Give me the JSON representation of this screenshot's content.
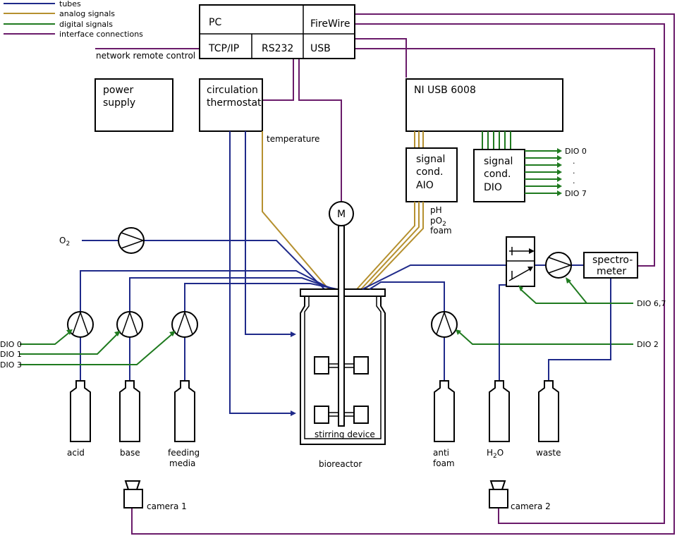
{
  "legend": {
    "tubes": "tubes",
    "analog": "analog signals",
    "digital": "digital signals",
    "interface": "interface connections"
  },
  "colors": {
    "tubes": "#1f2a8a",
    "analog": "#b5902f",
    "digital": "#1f7a1f",
    "interface": "#6a1b6a"
  },
  "pc": {
    "title": "PC",
    "firewire": "FireWire",
    "tcpip": "TCP/IP",
    "rs232": "RS232",
    "usb": "USB"
  },
  "network_label": "network remote control",
  "power_supply": {
    "line1": "power",
    "line2": "supply"
  },
  "thermostat": {
    "line1": "circulation",
    "line2": "thermostat"
  },
  "temperature_label": "temperature",
  "ni_usb": "NI USB 6008",
  "aio": {
    "line1": "signal",
    "line2": "cond.",
    "line3": "AIO"
  },
  "dio": {
    "line1": "signal",
    "line2": "cond.",
    "line3": "DIO"
  },
  "dio_outputs": {
    "first": "DIO 0",
    "dot": ".",
    "last": "DIO 7"
  },
  "motor_label": "M",
  "sensor_labels": {
    "ph": "pH",
    "po2_base": "pO",
    "po2_sub": "2",
    "foam": "foam"
  },
  "o2": {
    "base": "O",
    "sub": "2"
  },
  "pump_inputs": {
    "dio0": "DIO 0",
    "dio1": "DIO 1",
    "dio3": "DIO 3",
    "dio2": "DIO 2",
    "dio67": "DIO 6,7"
  },
  "spectrometer": {
    "line1": "spectro-",
    "line2": "meter"
  },
  "stirring_device": "stirring device",
  "bioreactor": "bioreactor",
  "bottles": {
    "acid": "acid",
    "base": "base",
    "feeding_line1": "feeding",
    "feeding_line2": "media",
    "antifoam_line1": "anti",
    "antifoam_line2": "foam",
    "h2o_base": "H",
    "h2o_sub": "2",
    "h2o_end": "O",
    "waste": "waste"
  },
  "camera1": "camera 1",
  "camera2": "camera 2"
}
